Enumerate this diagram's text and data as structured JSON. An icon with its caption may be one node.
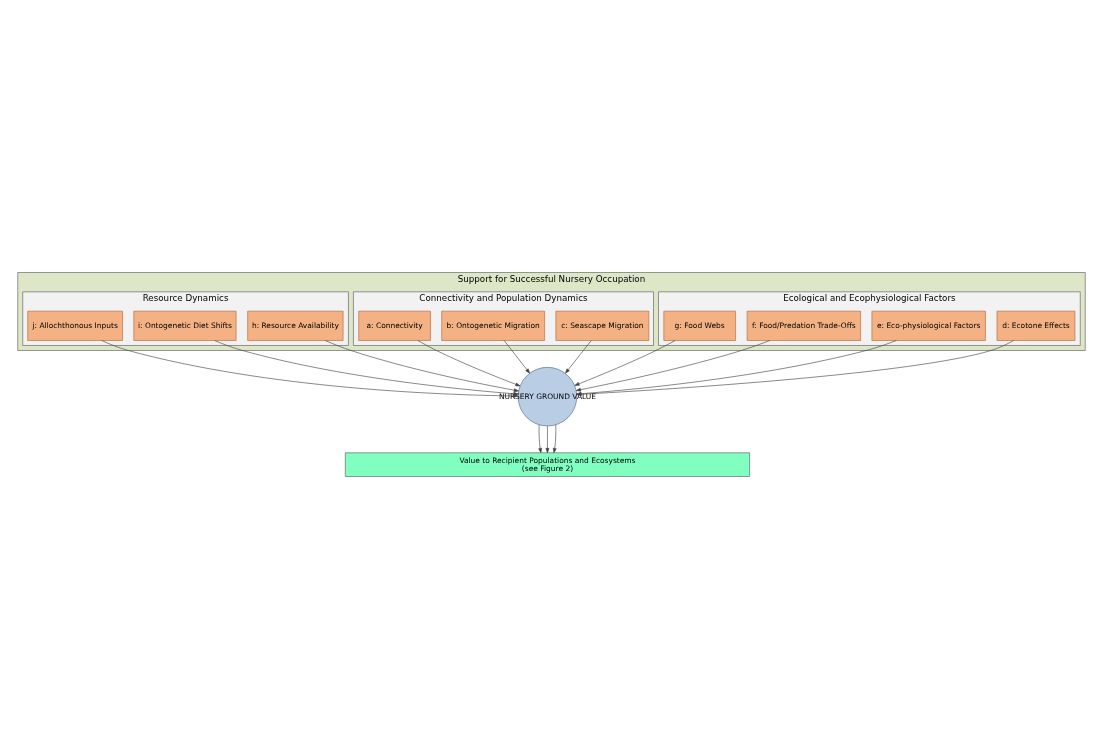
{
  "diagram": {
    "nodes": [
      {
        "text": [
          "Support for Successful Nursery Occupation"
        ]
      },
      {
        "text": [
          "Ecological and Ecophysiological Factors"
        ],
        "in": 0
      },
      {
        "text": [
          "d: Ecotone Effects"
        ],
        "in": 1
      },
      {
        "text": [
          "e: Eco-physiological Factors"
        ],
        "in": 1
      },
      {
        "text": [
          "f: Food/Predation Trade-Offs"
        ],
        "in": 1
      },
      {
        "text": [
          "g: Food Webs"
        ],
        "in": 1
      },
      {
        "text": [
          "Connectivity and Population Dynamics"
        ],
        "in": 0
      },
      {
        "text": [
          "c: Seascape Migration"
        ],
        "in": 6
      },
      {
        "text": [
          "b: Ontogenetic Migration"
        ],
        "in": 6
      },
      {
        "text": [
          "a: Connectivity"
        ],
        "in": 6
      },
      {
        "text": [
          "Resource Dynamics"
        ],
        "in": 0
      },
      {
        "text": [
          "h: Resource Availability"
        ],
        "in": 10
      },
      {
        "text": [
          "i: Ontogenetic Diet Shifts"
        ],
        "in": 10
      },
      {
        "text": [
          "j: Allochthonous Inputs"
        ],
        "in": 10
      },
      {
        "text": [
          "NURSERY GROUND VALUE"
        ]
      },
      {
        "text": [
          "Value to Recipient Populations and Ecosystems",
          "(see Figure 2)"
        ]
      }
    ],
    "edges": [
      {
        "from": 2,
        "to": 14,
        "arrow": "to"
      },
      {
        "from": 3,
        "to": 14,
        "arrow": "to"
      },
      {
        "from": 4,
        "to": 14,
        "arrow": "to"
      },
      {
        "from": 5,
        "to": 14,
        "arrow": "to"
      },
      {
        "from": 7,
        "to": 14,
        "arrow": "to"
      },
      {
        "from": 8,
        "to": 14,
        "arrow": "to"
      },
      {
        "from": 9,
        "to": 14,
        "arrow": "to"
      },
      {
        "from": 11,
        "to": 14,
        "arrow": "to"
      },
      {
        "from": 12,
        "to": 14,
        "arrow": "to"
      },
      {
        "from": 13,
        "to": 14,
        "arrow": "to"
      },
      {
        "from": 14,
        "to": 15,
        "arrow": "to"
      },
      {
        "from": 14,
        "to": 15,
        "arrow": "to"
      },
      {
        "from": 14,
        "to": 15,
        "arrow": "to"
      }
    ]
  }
}
